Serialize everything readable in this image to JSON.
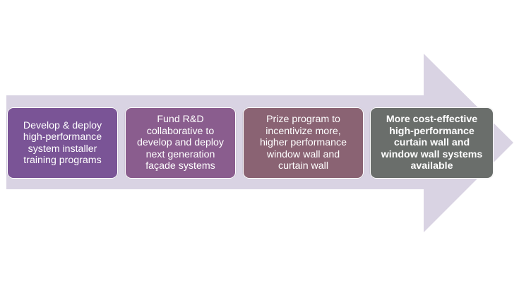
{
  "diagram": {
    "arrow_color": "#d9d3e3",
    "steps": [
      {
        "label": "Develop & deploy\nhigh-performance\nsystem installer\ntraining programs",
        "color": "#7a5496"
      },
      {
        "label": "Fund R&D\ncollaborative to\ndevelop and deploy\nnext generation\nfaçade systems",
        "color": "#8a5d8e"
      },
      {
        "label": "Prize program to\nincentivize more,\nhigher performance\nwindow wall and\ncurtain wall",
        "color": "#8a6373"
      },
      {
        "label": "More cost-effective\nhigh-performance\ncurtain wall and\nwindow wall systems\navailable",
        "color": "#6a6e6b"
      }
    ]
  }
}
